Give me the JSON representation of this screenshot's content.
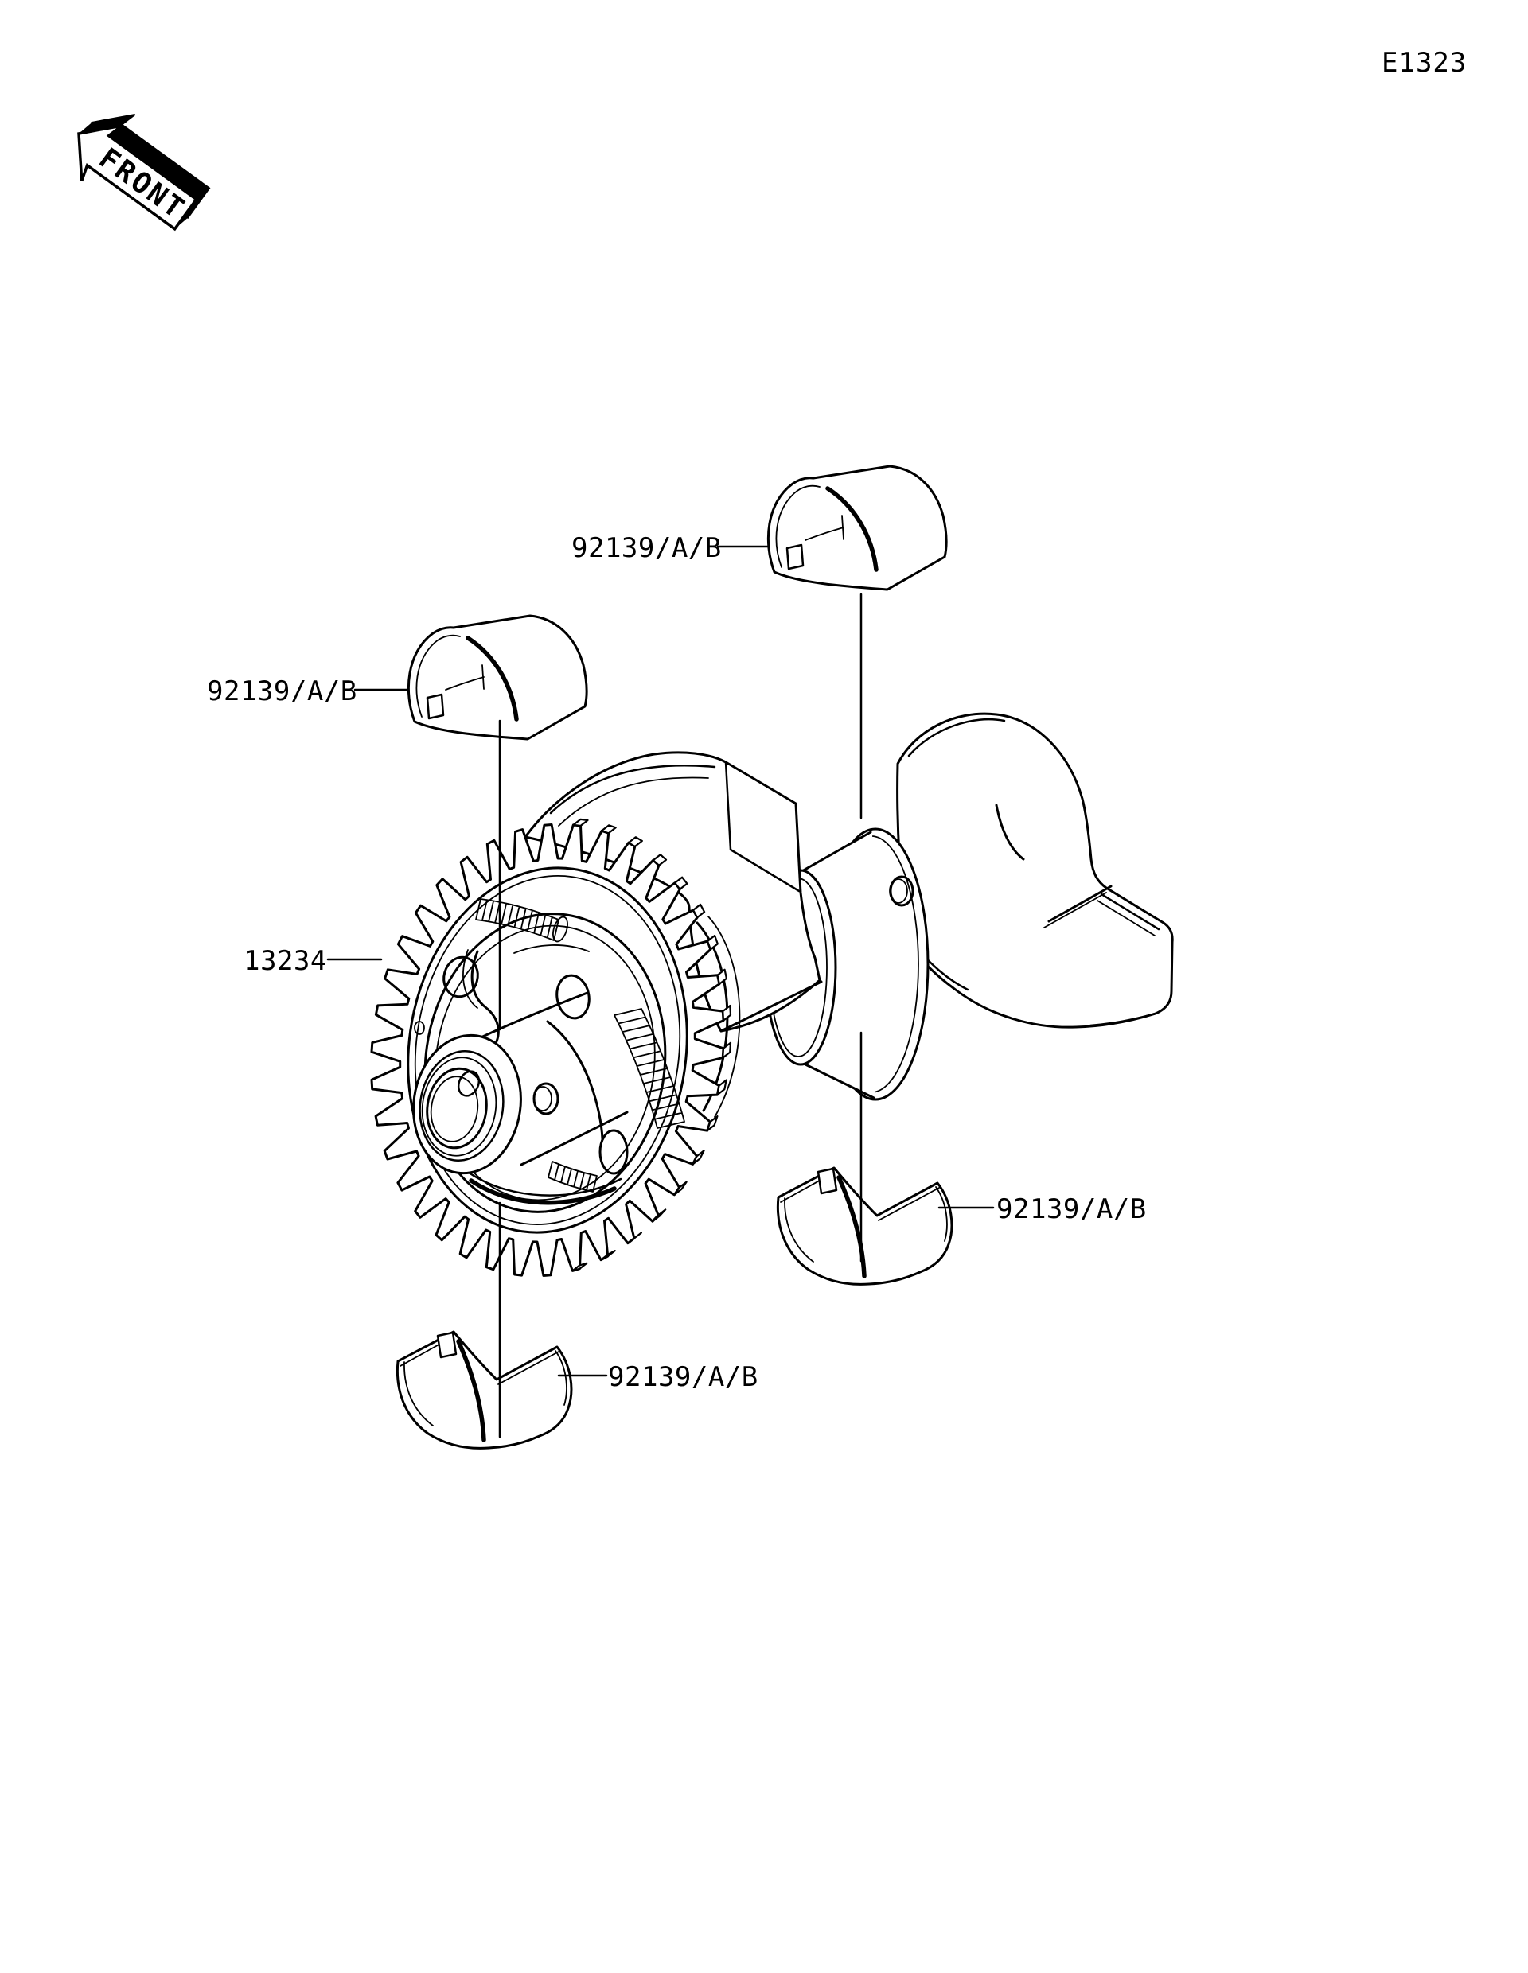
{
  "page": {
    "code": "E1323"
  },
  "orientation": {
    "front_label": "FRONT"
  },
  "callouts": {
    "top": "92139/A/B",
    "left": "92139/A/B",
    "right": "92139/A/B",
    "bottom": "92139/A/B",
    "gear": "13234"
  }
}
